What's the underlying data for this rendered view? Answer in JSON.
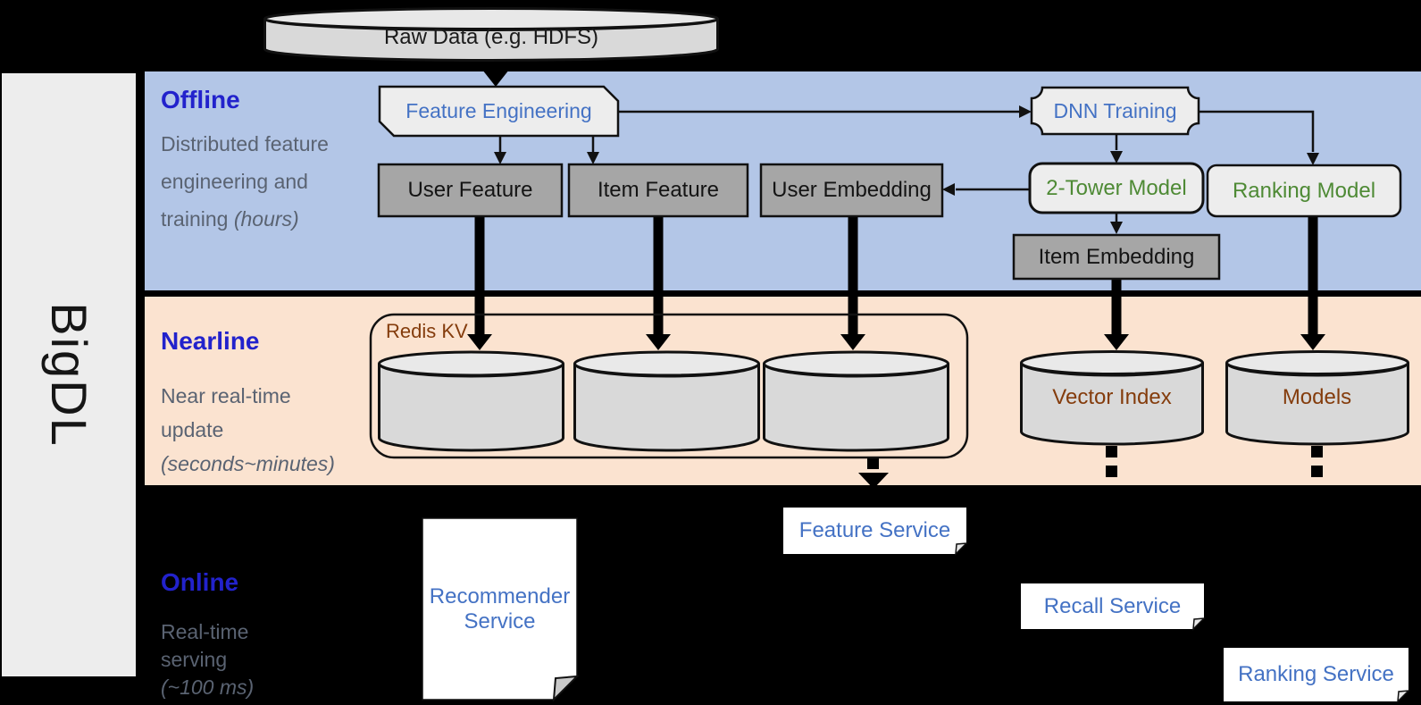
{
  "sidebar": {
    "label": "BigDL"
  },
  "source": {
    "label": "Raw Data (e.g. HDFS)"
  },
  "bands": {
    "offline": {
      "title": "Offline",
      "desc": "Distributed feature engineering and training",
      "desc_note": "(hours)"
    },
    "nearline": {
      "title": "Nearline",
      "desc": "Near real-time update",
      "desc_note": "(seconds~minutes)"
    },
    "online": {
      "title": "Online",
      "desc": "Real-time serving",
      "desc_note": "(~100 ms)"
    }
  },
  "offline_nodes": {
    "feature_engineering": "Feature Engineering",
    "dnn_training": "DNN Training",
    "user_feature": "User Feature",
    "item_feature": "Item Feature",
    "user_embedding": "User Embedding",
    "two_tower_model": "2-Tower Model",
    "ranking_model": "Ranking Model",
    "item_embedding": "Item Embedding"
  },
  "nearline_nodes": {
    "redis_kv": "Redis KV",
    "vector_index": "Vector Index",
    "models": "Models"
  },
  "online_nodes": {
    "recommender_service": "Recommender Service",
    "feature_service": "Feature Service",
    "recall_service": "Recall Service",
    "ranking_service": "Ranking Service"
  },
  "edges": [
    {
      "from": "raw-data",
      "to": "feature-engineering"
    },
    {
      "from": "feature-engineering",
      "to": "dnn-training"
    },
    {
      "from": "feature-engineering",
      "to": "user-feature"
    },
    {
      "from": "feature-engineering",
      "to": "item-feature"
    },
    {
      "from": "dnn-training",
      "to": "two-tower-model"
    },
    {
      "from": "dnn-training",
      "to": "ranking-model"
    },
    {
      "from": "two-tower-model",
      "to": "user-embedding"
    },
    {
      "from": "two-tower-model",
      "to": "item-embedding"
    },
    {
      "from": "user-feature",
      "to": "redis-kv-store-1"
    },
    {
      "from": "item-feature",
      "to": "redis-kv-store-2"
    },
    {
      "from": "user-embedding",
      "to": "redis-kv-store-3"
    },
    {
      "from": "item-embedding",
      "to": "vector-index"
    },
    {
      "from": "ranking-model",
      "to": "models"
    },
    {
      "from": "redis-kv",
      "to": "feature-service",
      "style": "dashed"
    },
    {
      "from": "vector-index",
      "to": "recall-service",
      "style": "dashed"
    },
    {
      "from": "models",
      "to": "ranking-service",
      "style": "dashed"
    }
  ],
  "colors": {
    "offline_band": "#b3c6e7",
    "nearline_band": "#fbe3d0",
    "online_band": "#000000",
    "sidebar": "#ededed",
    "gray_node": "#a6a6a6",
    "light_node": "#ededed",
    "cylinder": "#d9d9d9",
    "heading_blue": "#2222cc",
    "label_blue": "#4472c4",
    "desc_gray": "#5a6372",
    "model_green": "#4e8a35",
    "store_brown": "#843c0c"
  }
}
